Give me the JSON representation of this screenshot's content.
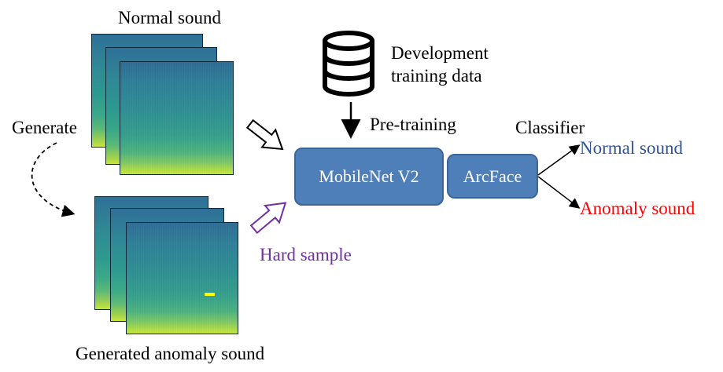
{
  "labels": {
    "normal_sound_title": "Normal sound",
    "generated_anomaly_title": "Generated anomaly sound",
    "generate": "Generate",
    "development_line1": "Development",
    "development_line2": "training data",
    "pre_training": "Pre-training",
    "classifier": "Classifier",
    "hard_sample": "Hard sample",
    "output_normal": "Normal sound",
    "output_anomaly": "Anomaly sound"
  },
  "blocks": {
    "mobilenet": "MobileNet V2",
    "arcface": "ArcFace"
  },
  "colors": {
    "block_fill": "#4f7fb8",
    "block_border": "#3b6596",
    "output_normal": "#2f5597",
    "output_anomaly": "#ff0000",
    "hard_sample": "#7030a0",
    "anomaly_marker": "#ffff00"
  }
}
